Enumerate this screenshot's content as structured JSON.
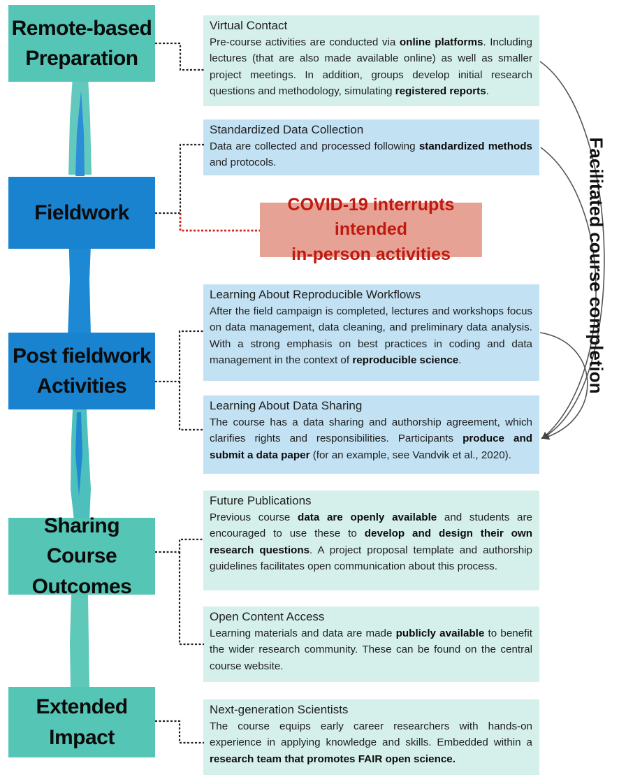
{
  "stages": [
    {
      "label": "Remote-based\nPreparation"
    },
    {
      "label": "Fieldwork"
    },
    {
      "label": "Post fieldwork\nActivities"
    },
    {
      "label": "Sharing Course\nOutcomes"
    },
    {
      "label": "Extended\nImpact"
    }
  ],
  "covid_note": "COVID-19 interrupts intended\nin-person activities",
  "side_label": "Facilitated course completion",
  "cards": [
    {
      "title": "Virtual Contact",
      "body": [
        {
          "t": "Pre-course activities are conducted via "
        },
        {
          "t": "online platforms",
          "b": true
        },
        {
          "t": ". Including lectures (that are also made available online) as well as smaller project meetings. In addition, groups develop initial research questions and methodology, simulating "
        },
        {
          "t": "registered reports",
          "b": true
        },
        {
          "t": "."
        }
      ]
    },
    {
      "title": "Standardized Data Collection",
      "body": [
        {
          "t": "Data are collected and processed following "
        },
        {
          "t": "standardized methods",
          "b": true
        },
        {
          "t": " and protocols."
        }
      ]
    },
    {
      "title": "Learning About Reproducible Workflows",
      "body": [
        {
          "t": "After the field campaign is completed, lectures and workshops focus on data management, data cleaning, and preliminary data analysis. With a strong emphasis on best practices in coding and data management in the context of "
        },
        {
          "t": "reproducible science",
          "b": true
        },
        {
          "t": "."
        }
      ]
    },
    {
      "title": "Learning About Data Sharing",
      "body": [
        {
          "t": "The course has a data sharing and authorship agreement, which clarifies rights and responsibilities. Participants "
        },
        {
          "t": "produce and submit a data paper",
          "b": true
        },
        {
          "t": " (for an example, see Vandvik et al., 2020)."
        }
      ]
    },
    {
      "title": "Future Publications",
      "body": [
        {
          "t": "Previous course "
        },
        {
          "t": "data are openly available",
          "b": true
        },
        {
          "t": " and students are encouraged to use these to "
        },
        {
          "t": "develop and design their own research questions",
          "b": true
        },
        {
          "t": ". A project proposal template and authorship guidelines facilitates open communication about this process."
        }
      ]
    },
    {
      "title": "Open Content Access",
      "body": [
        {
          "t": "Learning materials and data are made "
        },
        {
          "t": "publicly available",
          "b": true
        },
        {
          "t": " to benefit the wider research community. These can be found on the central course website."
        }
      ]
    },
    {
      "title": "Next-generation Scientists",
      "body": [
        {
          "t": "The course equips early career researchers with hands-on experience in applying knowledge and skills. Embedded within a "
        },
        {
          "t": "research team that promotes FAIR open science.",
          "b": true
        }
      ]
    }
  ]
}
